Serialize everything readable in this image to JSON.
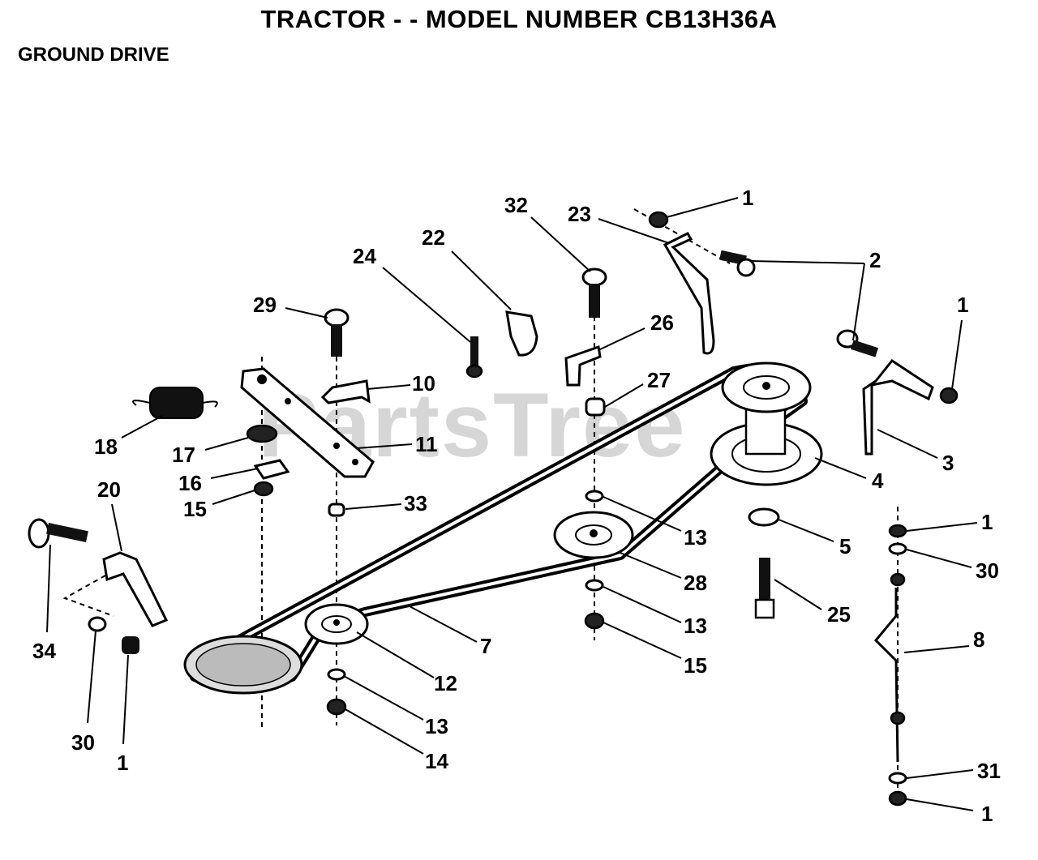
{
  "header": {
    "title": "TRACTOR - - MODEL NUMBER CB13H36A",
    "subtitle": "GROUND DRIVE"
  },
  "watermark": "PartsTree",
  "callouts": [
    "1",
    "2",
    "1",
    "23",
    "32",
    "22",
    "24",
    "29",
    "26",
    "10",
    "27",
    "18",
    "17",
    "11",
    "16",
    "15",
    "33",
    "20",
    "3",
    "4",
    "5",
    "13",
    "28",
    "25",
    "1",
    "30",
    "13",
    "15",
    "7",
    "12",
    "8",
    "34",
    "30",
    "1",
    "13",
    "14",
    "31",
    "1"
  ]
}
